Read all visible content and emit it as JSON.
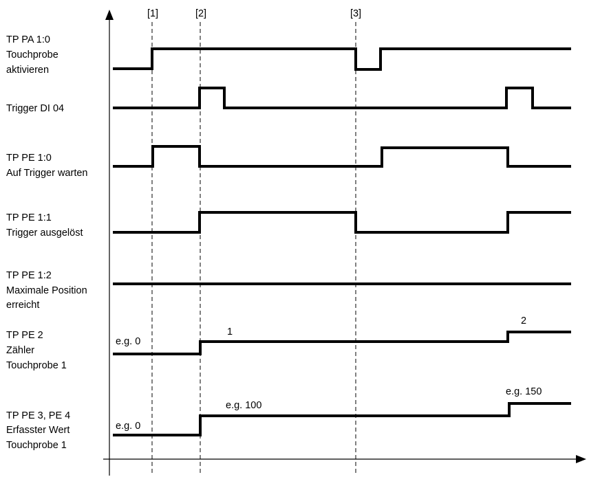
{
  "markers": [
    "[1]",
    "[2]",
    "[3]"
  ],
  "signals": [
    {
      "lines": [
        "TP PA 1:0",
        "Touchprobe",
        "aktivieren"
      ]
    },
    {
      "lines": [
        "Trigger DI 04"
      ]
    },
    {
      "lines": [
        "TP PE 1:0",
        "Auf Trigger warten"
      ]
    },
    {
      "lines": [
        "TP PE 1:1",
        "Trigger ausgelöst"
      ]
    },
    {
      "lines": [
        "TP PE 1:2",
        "Maximale Position",
        "erreicht"
      ]
    },
    {
      "lines": [
        "TP PE 2",
        "Zähler",
        "Touchprobe 1"
      ],
      "values": [
        "e.g. 0",
        "1",
        "2"
      ]
    },
    {
      "lines": [
        "TP PE 3, PE 4",
        "Erfasster Wert",
        "Touchprobe 1"
      ],
      "values": [
        "e.g. 0",
        "e.g. 100",
        "e.g. 150"
      ]
    }
  ]
}
